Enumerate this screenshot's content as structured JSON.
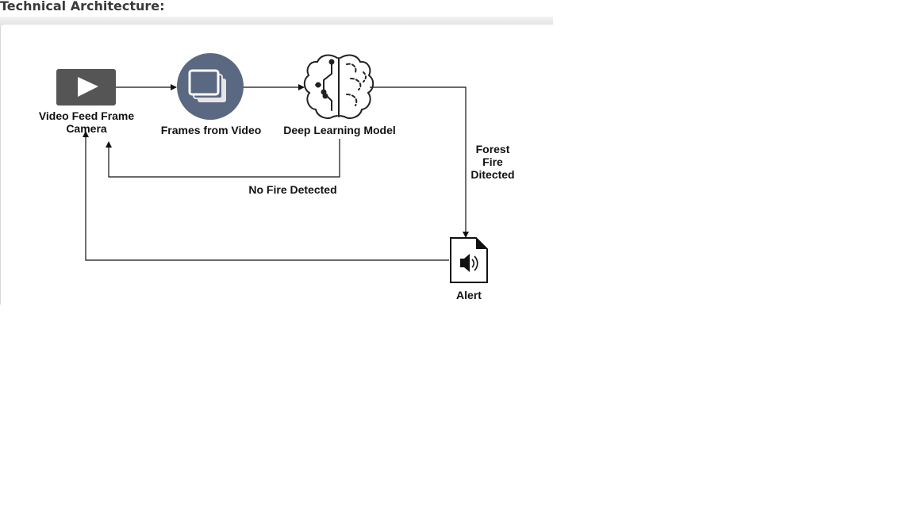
{
  "heading": "Technical Architecture:",
  "nodes": {
    "camera": {
      "label_line1": "Video Feed Frame",
      "label_line2": "Camera"
    },
    "frames": {
      "label": "Frames from Video"
    },
    "model": {
      "label": "Deep Learning Model"
    },
    "alert": {
      "label": "Alert"
    }
  },
  "edges": {
    "no_fire": "No Fire Detected",
    "fire_line1": "Forest",
    "fire_line2": "Fire",
    "fire_line3": "Ditected"
  },
  "colors": {
    "camera_fill": "#555555",
    "frames_circle": "#5a6882",
    "line": "#111111",
    "heading_text": "#3a3a3a"
  },
  "icons": {
    "camera": "play-icon",
    "frames": "stacked-frames-icon",
    "model": "brain-circuit-icon",
    "alert": "audio-file-icon"
  }
}
